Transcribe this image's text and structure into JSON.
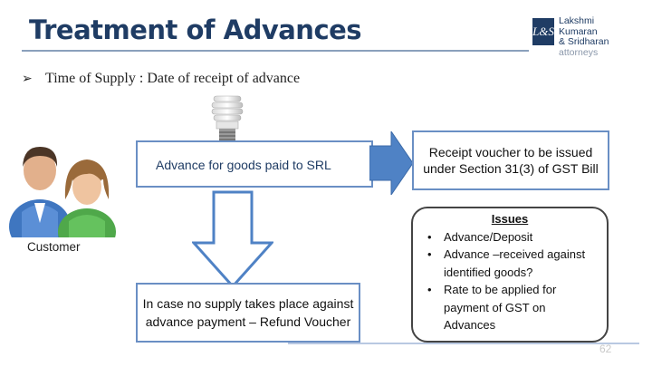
{
  "slide": {
    "title": "Treatment of Advances",
    "page_number": "62"
  },
  "logo": {
    "mark": "L&S",
    "line1": "Lakshmi Kumaran",
    "line2": "& Sridharan",
    "line3": "attorneys"
  },
  "bullet": {
    "text": "Time of Supply : Date of receipt of advance"
  },
  "diagram": {
    "customer_label": "Customer",
    "advance_label": "Advance for goods paid to SRL",
    "receipt_text": "Receipt voucher to be issued under Section 31(3) of GST Bill",
    "refund_text": "In case no supply takes place against advance payment – Refund Voucher"
  },
  "issues": {
    "heading": "Issues",
    "items": [
      "Advance/Deposit",
      "Advance –received against identified goods?",
      "Rate to be applied for payment of GST on Advances"
    ]
  },
  "colors": {
    "title": "#1f3c64",
    "arrow_fill": "#4f82c5",
    "box_border": "#6a8fc4"
  }
}
